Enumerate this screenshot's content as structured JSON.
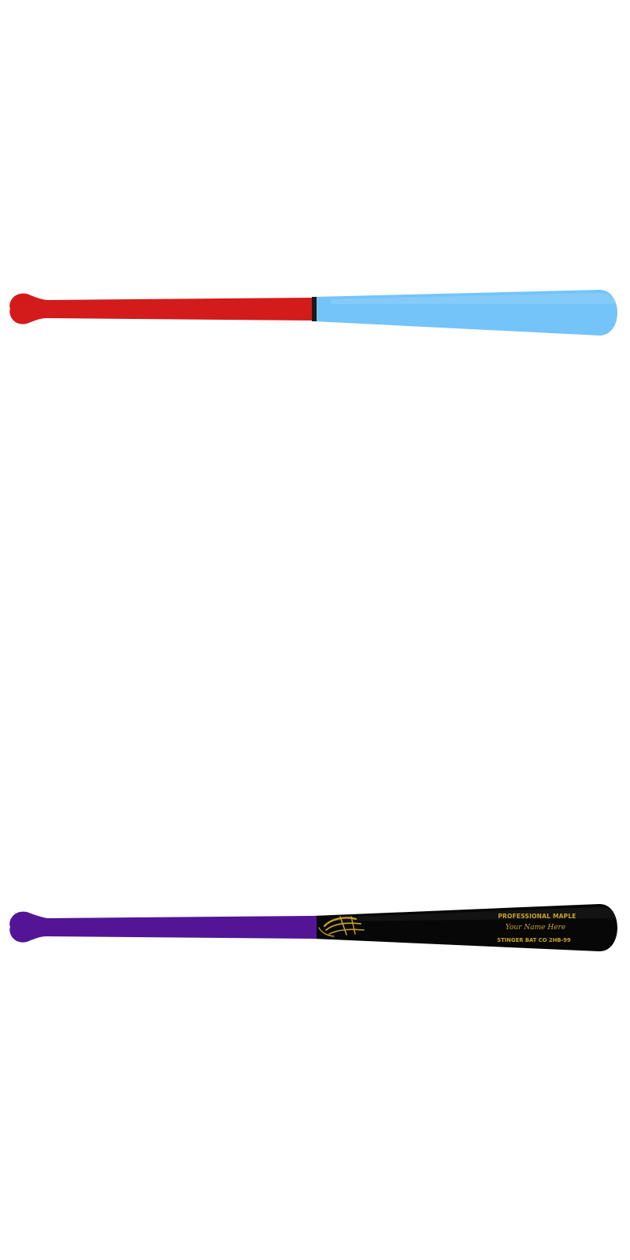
{
  "colors": {
    "background": "#ffffff"
  },
  "bats": [
    {
      "handle_color": "#d31b1b",
      "barrel_color": "#74c4fa",
      "divider_color": "#1a1a1a",
      "engraving": null
    },
    {
      "handle_color": "#531596",
      "barrel_color": "#070707",
      "engraving": {
        "color": "#c9a227",
        "logo": "stinger-bat-logo",
        "line1": "PROFESSIONAL MAPLE",
        "line2": "Your Name Here",
        "line3": "STINGER BAT CO 2HB-99"
      }
    }
  ]
}
